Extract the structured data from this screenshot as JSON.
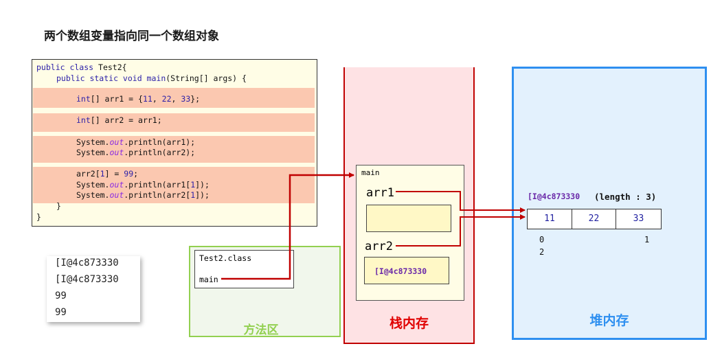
{
  "title": "两个数组变量指向同一个数组对象",
  "code": {
    "l1_kw": "public class",
    "l1_rest": " Test2{",
    "l2_kw": "public static void",
    "l2_method": " main",
    "l2_rest": "(String[] args) {",
    "l3_kw": "int",
    "l3_a": "[] arr1 = {",
    "l3_n1": "11",
    "l3_s1": ", ",
    "l3_n2": "22",
    "l3_s2": ", ",
    "l3_n3": "33",
    "l3_end": "};",
    "l4_kw": "int",
    "l4_rest": "[] arr2 = arr1;",
    "l5_a": "System.",
    "l5_out": "out",
    "l5_b": ".println(arr1);",
    "l6_a": "System.",
    "l6_out": "out",
    "l6_b": ".println(arr2);",
    "l7_a": "arr2[",
    "l7_n1": "1",
    "l7_b": "] = ",
    "l7_n2": "99",
    "l7_c": ";",
    "l8_a": "System.",
    "l8_out": "out",
    "l8_b": ".println(arr1[",
    "l8_n": "1",
    "l8_c": "]);",
    "l9_a": "System.",
    "l9_out": "out",
    "l9_b": ".println(arr2[",
    "l9_n": "1",
    "l9_c": "]);",
    "close_inner": "}",
    "close_outer": "}"
  },
  "console": [
    "[I@4c873330",
    "[I@4c873330",
    "99",
    "99"
  ],
  "method_area": {
    "label": "方法区",
    "class_name": "Test2.class",
    "method_name": "main"
  },
  "stack": {
    "label": "栈内存",
    "frame_name": "main",
    "var1": "arr1",
    "var2": "arr2",
    "var2_value": "[I@4c873330"
  },
  "heap": {
    "label": "堆内存",
    "address": "[I@4c873330",
    "length_text": "(length : 3)",
    "cells": [
      "11",
      "22",
      "33"
    ],
    "index0": "0",
    "index1": "1",
    "index2": "2"
  },
  "colors": {
    "arrow": "#c00000",
    "method_border": "#92d050",
    "stack_border": "#c00000",
    "heap_border": "#2e8ff0",
    "highlight": "#fbc8b0"
  }
}
